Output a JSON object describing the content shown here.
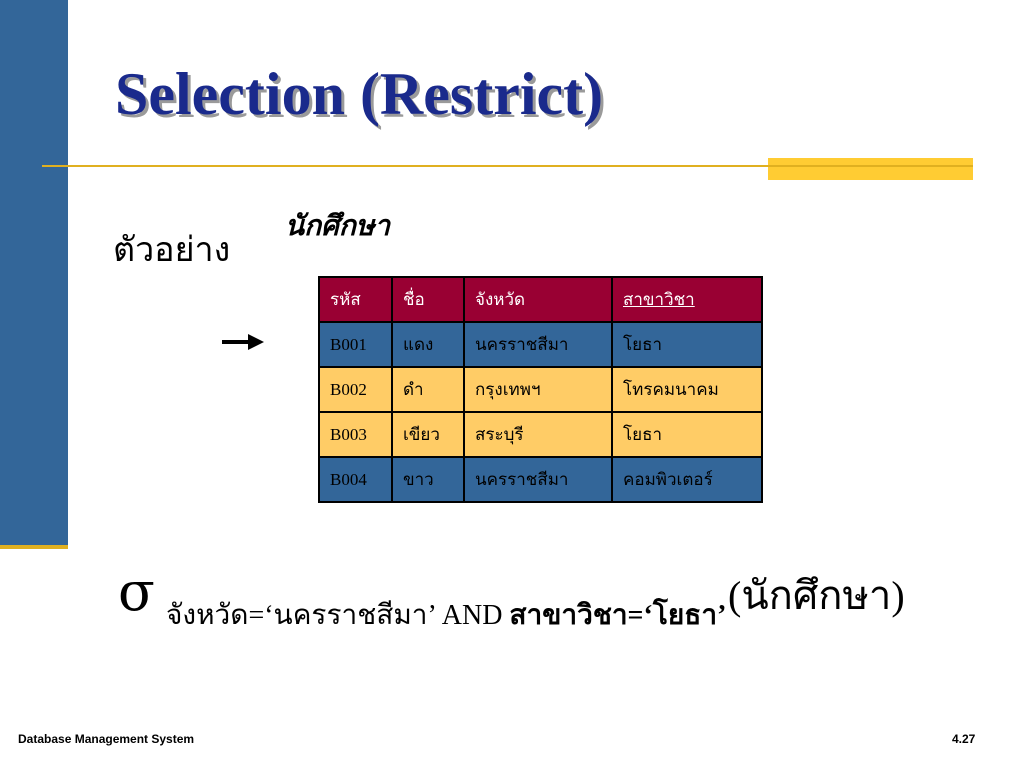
{
  "slide": {
    "title": "Selection (Restrict)",
    "example_label": "ตัวอย่าง",
    "table_caption": "นักศึกษา"
  },
  "table": {
    "headers": [
      "รหัส",
      "ชื่อ",
      "จังหวัด",
      "สาขาวิชา"
    ],
    "rows": [
      [
        "B001",
        "แดง",
        "นครราชสีมา",
        "โยธา"
      ],
      [
        "B002",
        "ดำ",
        "กรุงเทพฯ",
        "โทรคมนาคม"
      ],
      [
        "B003",
        "เขียว",
        "สระบุรี",
        "โยธา"
      ],
      [
        "B004",
        "ขาว",
        "นครราชสีมา",
        "คอมพิวเตอร์"
      ]
    ]
  },
  "expression": {
    "sigma": "σ",
    "condition_part1": "จังหวัด=‘นครราชสีมา’ AND ",
    "condition_part2": "สาขาวิชา=‘โยธา’",
    "relation": "(นักศึกษา)"
  },
  "footer": {
    "left": "Database Management System",
    "right": "4.27"
  },
  "colors": {
    "accent_blue": "#336699",
    "header_red": "#990033",
    "row_yellow": "#ffcc66",
    "rule_gold": "#e0b020",
    "title_blue": "#1a2a8c"
  },
  "icons": {
    "pointer": "right-arrow-icon"
  }
}
